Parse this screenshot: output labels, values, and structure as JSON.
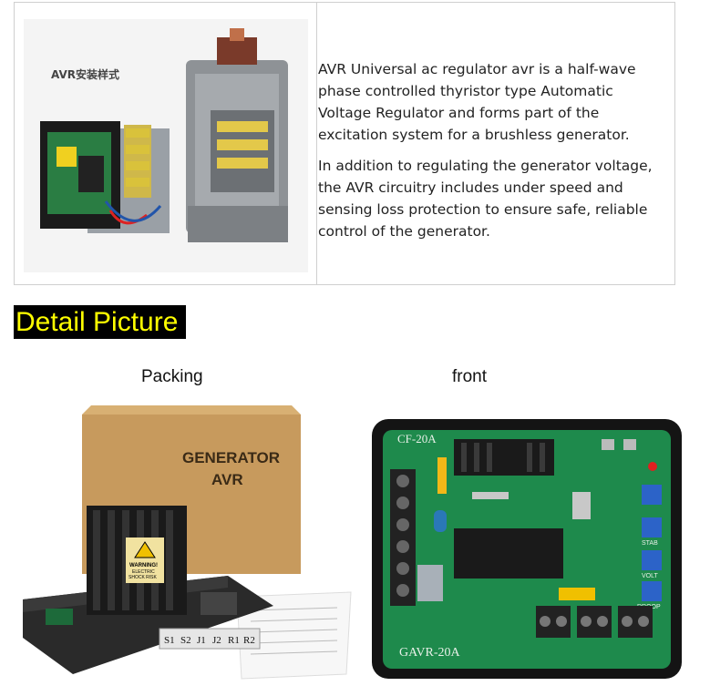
{
  "intro": {
    "install_caption": "AVR安装样式",
    "paragraphs": [
      "AVR Universal ac regulator avr is a half-wave phase controlled thyristor type Automatic Voltage Regulator and forms part of the excitation system for a brushless generator.",
      "In addition to regulating the generator voltage, the AVR circuitry includes under speed and sensing loss protection to ensure safe, reliable control of the generator."
    ]
  },
  "detail": {
    "heading": "Detail Picture",
    "packing_label": "Packing",
    "front_label": "front"
  },
  "packing_photo": {
    "box_line1": "GENERATOR",
    "box_line2": "AVR",
    "warning_line1": "WARNING!",
    "warning_line2": "ELECTRIC",
    "warning_line3": "SHOCK RISK",
    "terminals": [
      "S1",
      "S2",
      "J1",
      "J2",
      "R1",
      "R2"
    ]
  },
  "front_photo": {
    "board_top_label": "CF-20A",
    "board_bottom_label": "GAVR-20A",
    "pot_labels": [
      "STAB",
      "VOLT",
      "DROOP"
    ],
    "colors": {
      "board": "#1e8a4c",
      "frame": "#141414",
      "pot_blue": "#2c63c8",
      "led_red": "#e02020"
    }
  }
}
